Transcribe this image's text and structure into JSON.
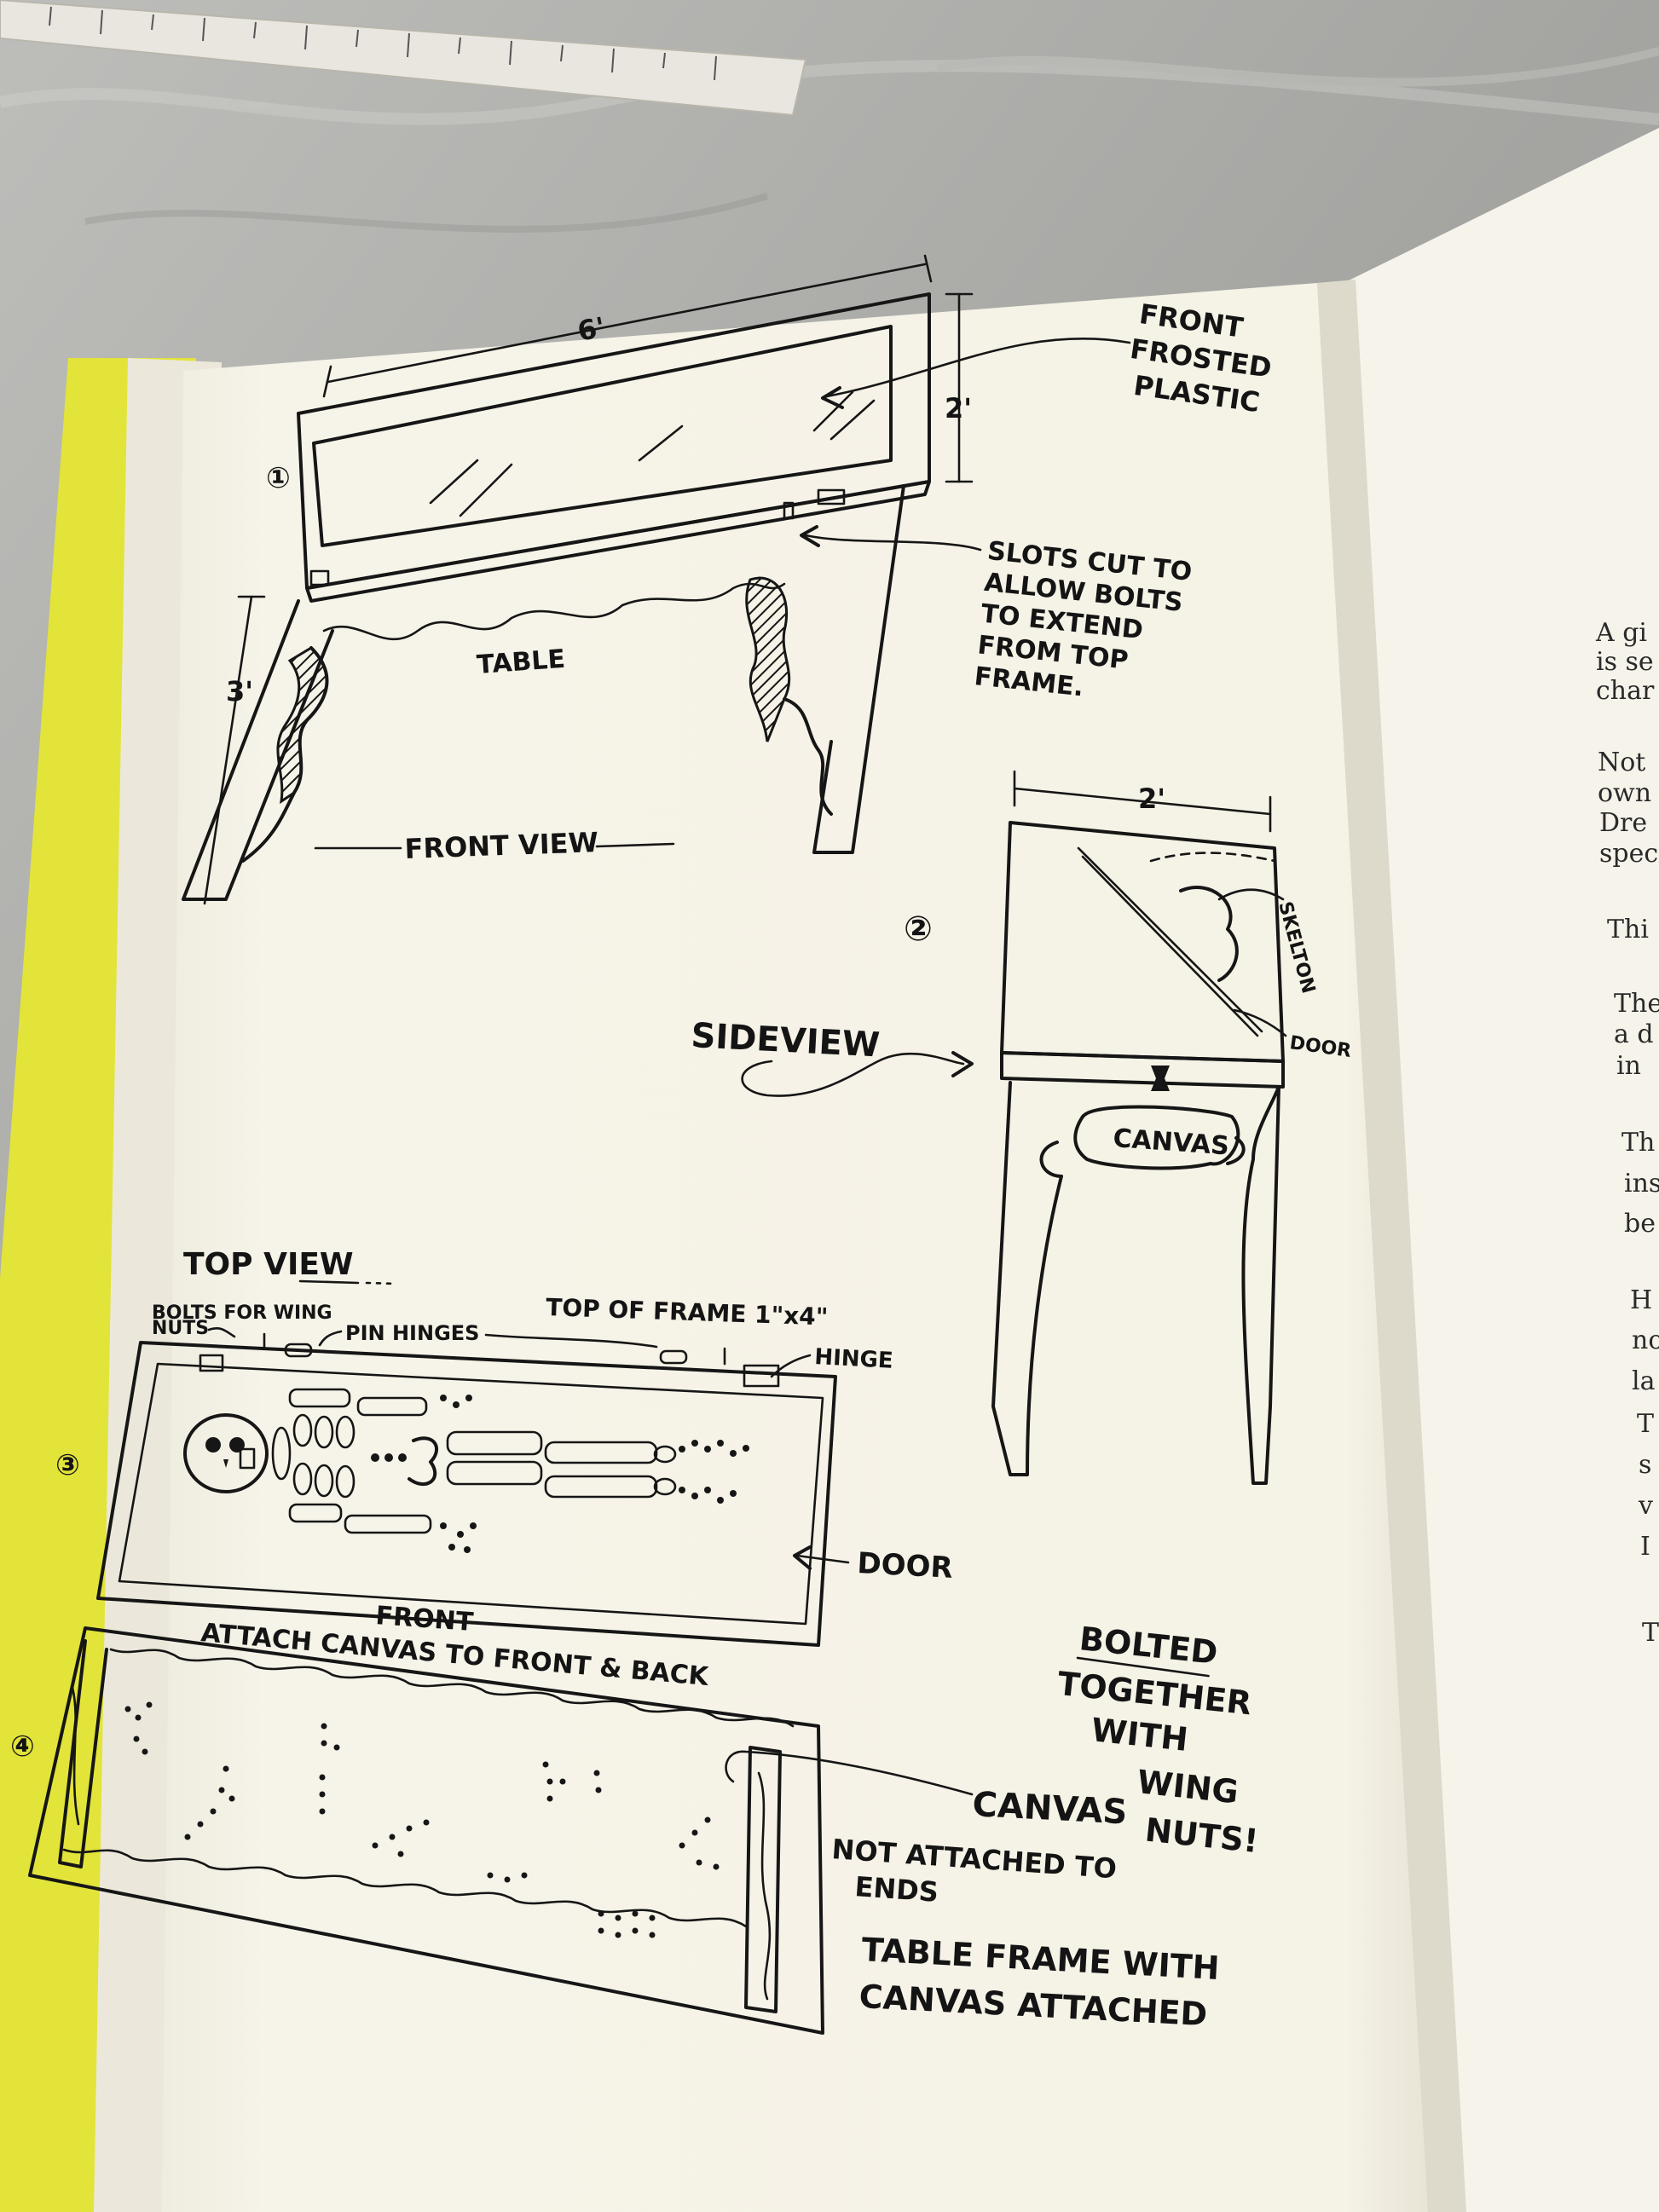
{
  "diagram": {
    "front_view": {
      "number": "①",
      "width_dim": "6'",
      "height_dim": "2'",
      "leg_dim": "3'",
      "table_label": "TABLE",
      "view_label": "FRONT VIEW",
      "frosted_note": [
        "FRONT",
        "FROSTED",
        "PLASTIC"
      ],
      "slots_note": [
        "SLOTS CUT TO",
        "ALLOW BOLTS",
        "TO EXTEND",
        "FROM TOP",
        "FRAME."
      ]
    },
    "side_view": {
      "number": "②",
      "label": "SIDEVIEW",
      "width_dim": "2'",
      "skeleton_label": "SKELTON",
      "door_label": "DOOR",
      "canvas_label": "CANVAS"
    },
    "top_view": {
      "number": "③",
      "label": "TOP VIEW",
      "bolts_label": [
        "BOLTS FOR WING",
        "NUTS"
      ],
      "pin_hinges_label": "PIN HINGES",
      "top_frame_label": "TOP OF FRAME 1\"x4\"",
      "hinge_label": "HINGE",
      "door_label": "DOOR",
      "front_label": "FRONT"
    },
    "frame_view": {
      "number": "④",
      "attach_label": "ATTACH CANVAS TO FRONT & BACK",
      "canvas_label": "CANVAS",
      "not_attached_label": [
        "NOT ATTACHED TO",
        "ENDS"
      ],
      "caption": [
        "TABLE FRAME WITH",
        "CANVAS ATTACHED"
      ],
      "bolted_note": [
        "BOLTED",
        "TOGETHER",
        "WITH",
        "WING",
        "NUTS!"
      ]
    }
  },
  "right_page": {
    "fragments": [
      "A gi",
      "is se",
      "char",
      "Not",
      "own",
      "Dre",
      "spec",
      "Thi",
      "The",
      "a d",
      "in",
      "Th",
      "ins",
      "be",
      "H",
      "no",
      "la",
      "T",
      "s",
      "v",
      "I",
      "T"
    ]
  },
  "colors": {
    "paper": "#f4f1e6",
    "ink": "#161616",
    "cover": "#e2e43a",
    "table_surface": "#a9a9a6"
  }
}
